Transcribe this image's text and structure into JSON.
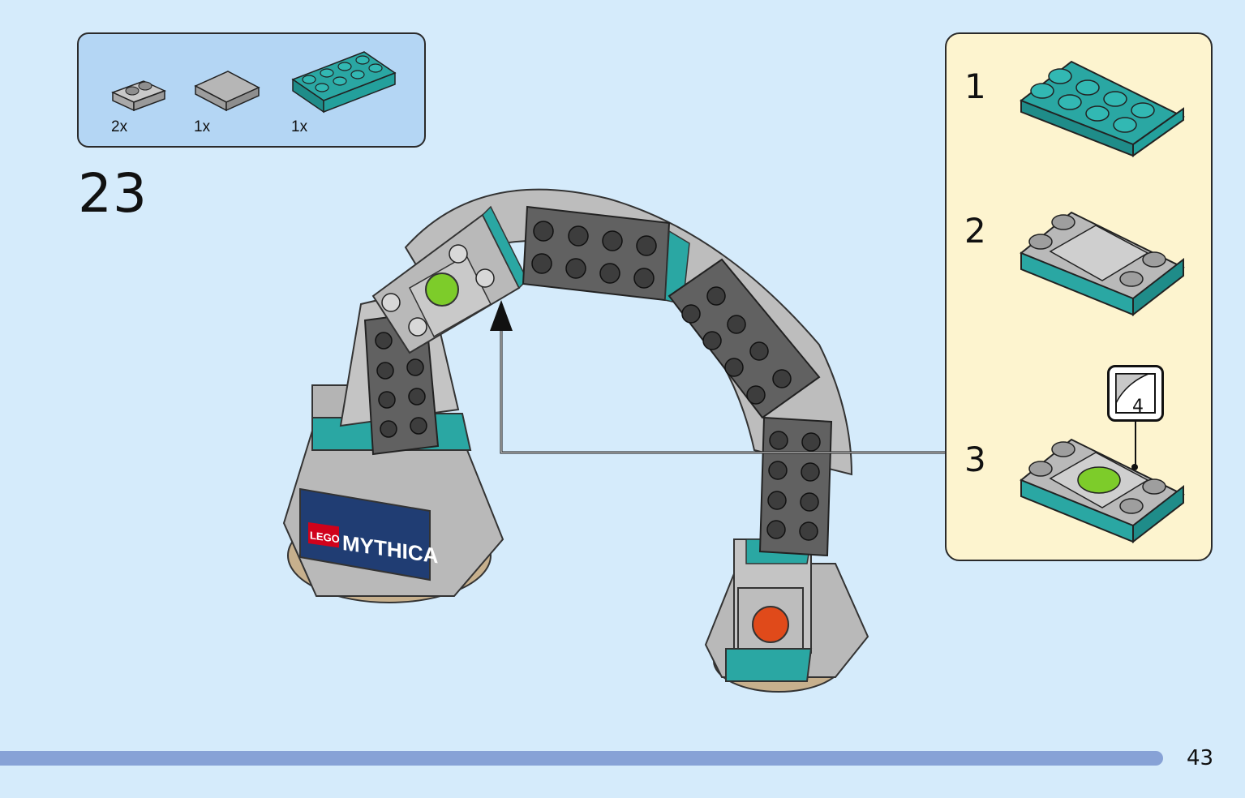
{
  "parts": [
    {
      "qty": "2x",
      "icon": "grey-plate-1x2-icon"
    },
    {
      "qty": "1x",
      "icon": "grey-tile-2x2-icon"
    },
    {
      "qty": "1x",
      "icon": "teal-plate-2x4-icon"
    }
  ],
  "step": {
    "number": "23"
  },
  "substeps": [
    {
      "number": "1",
      "icon": "teal-plate-2x4-icon"
    },
    {
      "number": "2",
      "icon": "plate-with-tile-icon"
    },
    {
      "number": "3",
      "icon": "plate-with-sticker-icon"
    }
  ],
  "sticker": {
    "number": "4"
  },
  "model": {
    "logo": "LEGO",
    "brand": "MYTHICA"
  },
  "page": {
    "number": "43"
  },
  "colors": {
    "background": "#d5ebfb",
    "teal": "#2aa7a3",
    "grey": "#b9b9b9",
    "dark_grey": "#616161",
    "bar": "#87a2d6",
    "sub_bg": "#fdf4cf",
    "parts_bg": "#b4d6f4"
  }
}
